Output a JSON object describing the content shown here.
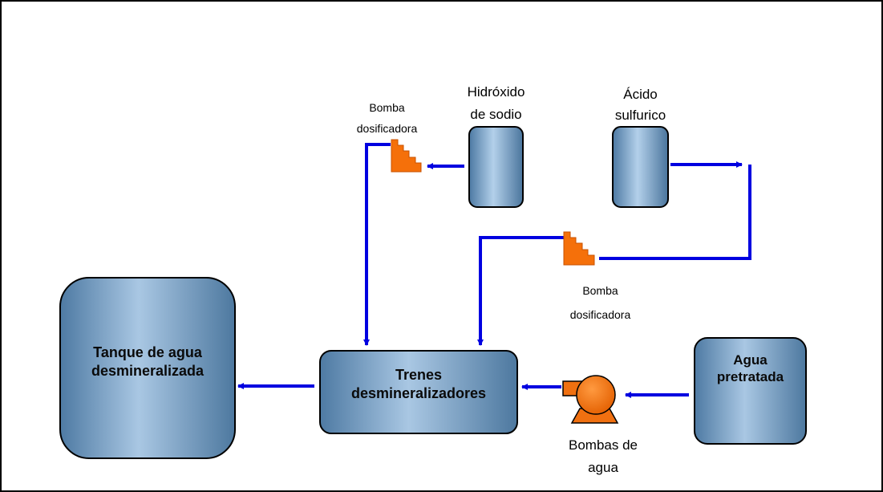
{
  "nodes": {
    "tanque": {
      "line1": "Tanque de agua",
      "line2": "desmineralizada"
    },
    "trenes": {
      "line1": "Trenes",
      "line2": "desmineralizadores"
    },
    "agua_pretratada": {
      "line1": "Agua",
      "line2": "pretratada"
    },
    "hidroxido": {
      "line1": "Hidróxido",
      "line2": "de sodio"
    },
    "acido": {
      "line1": "Ácido",
      "line2": "sulfurico"
    },
    "bomba_dos_1": {
      "line1": "Bomba",
      "line2": "dosificadora"
    },
    "bomba_dos_2": {
      "line1": "Bomba",
      "line2": "dosificadora"
    },
    "bombas_agua": {
      "line1": "Bombas de",
      "line2": "agua"
    }
  },
  "colors": {
    "flow_line": "#0000e0",
    "tank_fill": "#6a95bd",
    "tank_stroke": "#000000",
    "pump_orange": "#f5700a"
  },
  "icons": {
    "dosing_pump": "stepped-dosing-pump-icon",
    "water_pump": "centrifugal-pump-icon"
  }
}
